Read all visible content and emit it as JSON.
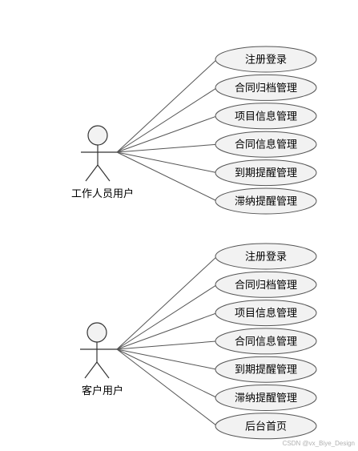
{
  "diagram": {
    "colors": {
      "ellipse_fill": "#f2f2f2",
      "stroke": "#555555",
      "text": "#000000"
    },
    "groups": [
      {
        "actor": {
          "name": "工作人员用户",
          "icon": "stick-figure-icon"
        },
        "use_cases": [
          "注册登录",
          "合同归档管理",
          "项目信息管理",
          "合同信息管理",
          "到期提醒管理",
          "滞纳提醒管理"
        ]
      },
      {
        "actor": {
          "name": "客户用户",
          "icon": "stick-figure-icon"
        },
        "use_cases": [
          "注册登录",
          "合同归档管理",
          "项目信息管理",
          "合同信息管理",
          "到期提醒管理",
          "滞纳提醒管理",
          "后台首页"
        ]
      }
    ],
    "watermark": "CSDN @vx_Biye_Design"
  }
}
